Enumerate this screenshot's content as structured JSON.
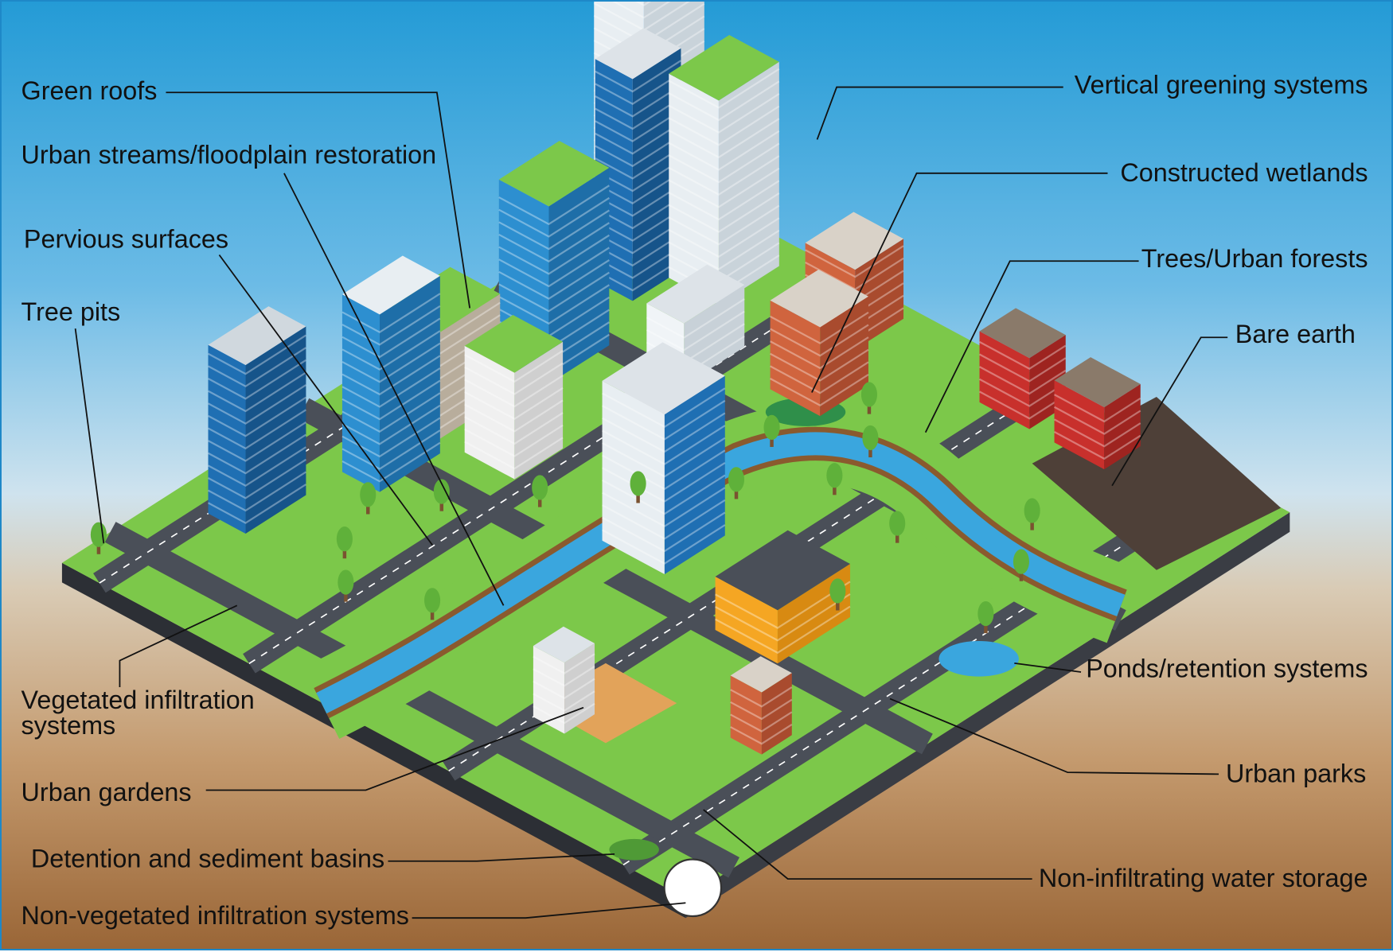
{
  "labels": {
    "green_roofs": "Green roofs",
    "urban_streams": "Urban streams/floodplain restoration",
    "pervious_surfaces": "Pervious surfaces",
    "tree_pits": "Tree pits",
    "vegetated_infiltration_1": "Vegetated infiltration",
    "vegetated_infiltration_2": "systems",
    "urban_gardens": "Urban gardens",
    "detention_basins": "Detention and sediment basins",
    "non_vegetated_infiltration": "Non-vegetated infiltration systems",
    "vertical_greening": "Vertical greening systems",
    "constructed_wetlands": "Constructed wetlands",
    "trees_urban_forests": "Trees/Urban forests",
    "bare_earth": "Bare earth",
    "ponds_retention": "Ponds/retention systems",
    "urban_parks": "Urban parks",
    "non_infiltrating_storage": "Non-infiltrating water storage"
  },
  "colors": {
    "grass": "#7cc84a",
    "road": "#4a4f58",
    "water": "#3aa6de",
    "soil": "#8a5a2e",
    "glass": "#1f6fb3",
    "brick": "#d0643e"
  }
}
